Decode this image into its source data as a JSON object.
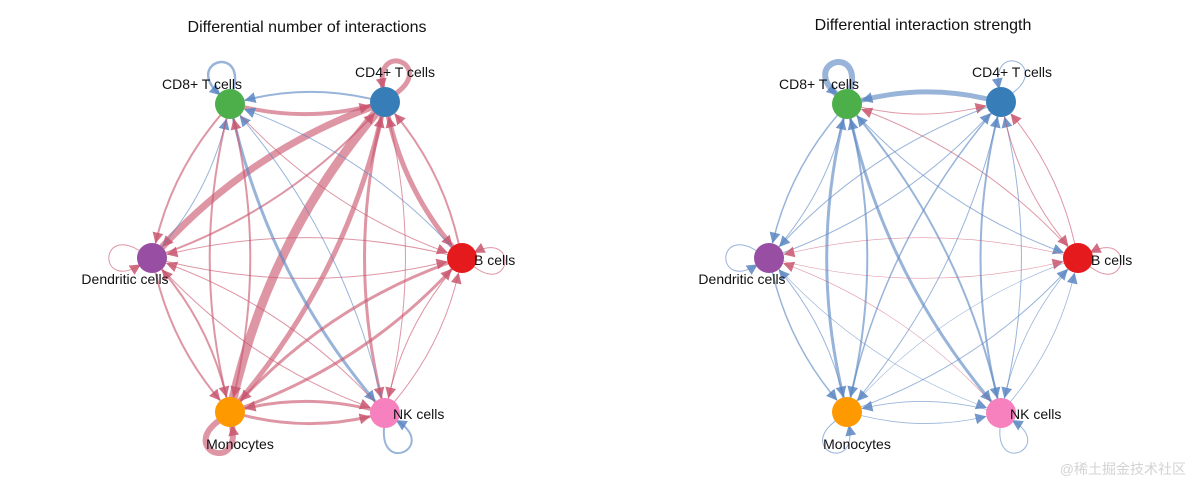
{
  "colors": {
    "increase": "#c9566e",
    "decrease": "#5a86c2"
  },
  "watermark": "@稀土掘金技术社区",
  "panels": [
    {
      "title": "Differential number of interactions",
      "nodes": [
        {
          "id": "cd8",
          "label": "CD8+ T cells",
          "color": "#4daf4a"
        },
        {
          "id": "cd4",
          "label": "CD4+ T cells",
          "color": "#377eb8"
        },
        {
          "id": "b",
          "label": "B cells",
          "color": "#e41a1c"
        },
        {
          "id": "nk",
          "label": "NK cells",
          "color": "#f781bf"
        },
        {
          "id": "mono",
          "label": "Monocytes",
          "color": "#ff9900"
        },
        {
          "id": "dc",
          "label": "Dendritic cells",
          "color": "#984ea3"
        }
      ],
      "edges": [
        {
          "from": "cd8",
          "to": "cd8",
          "w": 2.5,
          "sign": "down"
        },
        {
          "from": "cd4",
          "to": "cd4",
          "w": 5,
          "sign": "up"
        },
        {
          "from": "b",
          "to": "b",
          "w": 1,
          "sign": "up"
        },
        {
          "from": "dc",
          "to": "dc",
          "w": 1,
          "sign": "up"
        },
        {
          "from": "mono",
          "to": "mono",
          "w": 6,
          "sign": "up"
        },
        {
          "from": "nk",
          "to": "nk",
          "w": 2,
          "sign": "down"
        },
        {
          "from": "cd8",
          "to": "cd4",
          "w": 4,
          "sign": "up"
        },
        {
          "from": "cd4",
          "to": "cd8",
          "w": 2,
          "sign": "down"
        },
        {
          "from": "cd4",
          "to": "dc",
          "w": 7,
          "sign": "up"
        },
        {
          "from": "dc",
          "to": "cd4",
          "w": 2,
          "sign": "up"
        },
        {
          "from": "cd4",
          "to": "mono",
          "w": 9,
          "sign": "up"
        },
        {
          "from": "mono",
          "to": "cd4",
          "w": 5,
          "sign": "up"
        },
        {
          "from": "cd4",
          "to": "b",
          "w": 5,
          "sign": "up"
        },
        {
          "from": "b",
          "to": "cd4",
          "w": 2,
          "sign": "up"
        },
        {
          "from": "cd4",
          "to": "nk",
          "w": 3,
          "sign": "up"
        },
        {
          "from": "nk",
          "to": "cd4",
          "w": 1,
          "sign": "up"
        },
        {
          "from": "cd8",
          "to": "nk",
          "w": 3,
          "sign": "down"
        },
        {
          "from": "nk",
          "to": "cd8",
          "w": 1,
          "sign": "down"
        },
        {
          "from": "cd8",
          "to": "dc",
          "w": 2,
          "sign": "up"
        },
        {
          "from": "dc",
          "to": "cd8",
          "w": 1,
          "sign": "down"
        },
        {
          "from": "cd8",
          "to": "mono",
          "w": 2,
          "sign": "up"
        },
        {
          "from": "mono",
          "to": "cd8",
          "w": 2,
          "sign": "up"
        },
        {
          "from": "cd8",
          "to": "b",
          "w": 1,
          "sign": "up"
        },
        {
          "from": "b",
          "to": "cd8",
          "w": 1,
          "sign": "down"
        },
        {
          "from": "dc",
          "to": "b",
          "w": 1,
          "sign": "up"
        },
        {
          "from": "b",
          "to": "dc",
          "w": 1,
          "sign": "up"
        },
        {
          "from": "dc",
          "to": "mono",
          "w": 2,
          "sign": "up"
        },
        {
          "from": "mono",
          "to": "dc",
          "w": 2,
          "sign": "up"
        },
        {
          "from": "dc",
          "to": "nk",
          "w": 1,
          "sign": "up"
        },
        {
          "from": "nk",
          "to": "dc",
          "w": 1,
          "sign": "up"
        },
        {
          "from": "b",
          "to": "mono",
          "w": 3,
          "sign": "up"
        },
        {
          "from": "mono",
          "to": "b",
          "w": 3,
          "sign": "up"
        },
        {
          "from": "b",
          "to": "nk",
          "w": 1,
          "sign": "up"
        },
        {
          "from": "nk",
          "to": "b",
          "w": 1,
          "sign": "up"
        },
        {
          "from": "mono",
          "to": "nk",
          "w": 3,
          "sign": "up"
        },
        {
          "from": "nk",
          "to": "mono",
          "w": 3,
          "sign": "up"
        }
      ]
    },
    {
      "title": "Differential interaction strength",
      "nodes": [
        {
          "id": "cd8",
          "label": "CD8+ T cells",
          "color": "#4daf4a"
        },
        {
          "id": "cd4",
          "label": "CD4+ T cells",
          "color": "#377eb8"
        },
        {
          "id": "b",
          "label": "B cells",
          "color": "#e41a1c"
        },
        {
          "id": "nk",
          "label": "NK cells",
          "color": "#f781bf"
        },
        {
          "id": "mono",
          "label": "Monocytes",
          "color": "#ff9900"
        },
        {
          "id": "dc",
          "label": "Dendritic cells",
          "color": "#984ea3"
        }
      ],
      "edges": [
        {
          "from": "cd8",
          "to": "cd8",
          "w": 6,
          "sign": "down"
        },
        {
          "from": "cd4",
          "to": "cd4",
          "w": 1,
          "sign": "down"
        },
        {
          "from": "b",
          "to": "b",
          "w": 1,
          "sign": "up"
        },
        {
          "from": "dc",
          "to": "dc",
          "w": 1,
          "sign": "down"
        },
        {
          "from": "mono",
          "to": "mono",
          "w": 1,
          "sign": "down"
        },
        {
          "from": "nk",
          "to": "nk",
          "w": 1,
          "sign": "down"
        },
        {
          "from": "cd4",
          "to": "cd8",
          "w": 5,
          "sign": "down"
        },
        {
          "from": "cd8",
          "to": "cd4",
          "w": 1,
          "sign": "up"
        },
        {
          "from": "cd8",
          "to": "mono",
          "w": 3,
          "sign": "down"
        },
        {
          "from": "mono",
          "to": "cd8",
          "w": 2,
          "sign": "down"
        },
        {
          "from": "cd8",
          "to": "nk",
          "w": 3,
          "sign": "down"
        },
        {
          "from": "nk",
          "to": "cd8",
          "w": 2,
          "sign": "down"
        },
        {
          "from": "cd8",
          "to": "dc",
          "w": 1.5,
          "sign": "down"
        },
        {
          "from": "dc",
          "to": "cd8",
          "w": 1,
          "sign": "down"
        },
        {
          "from": "cd8",
          "to": "b",
          "w": 1,
          "sign": "down"
        },
        {
          "from": "b",
          "to": "cd8",
          "w": 1,
          "sign": "up"
        },
        {
          "from": "cd4",
          "to": "mono",
          "w": 1.5,
          "sign": "down"
        },
        {
          "from": "mono",
          "to": "cd4",
          "w": 1,
          "sign": "down"
        },
        {
          "from": "cd4",
          "to": "nk",
          "w": 2,
          "sign": "down"
        },
        {
          "from": "nk",
          "to": "cd4",
          "w": 1,
          "sign": "down"
        },
        {
          "from": "cd4",
          "to": "b",
          "w": 1,
          "sign": "up"
        },
        {
          "from": "b",
          "to": "cd4",
          "w": 1,
          "sign": "up"
        },
        {
          "from": "cd4",
          "to": "dc",
          "w": 1,
          "sign": "down"
        },
        {
          "from": "dc",
          "to": "cd4",
          "w": 1,
          "sign": "down"
        },
        {
          "from": "dc",
          "to": "mono",
          "w": 1.5,
          "sign": "down"
        },
        {
          "from": "mono",
          "to": "dc",
          "w": 1,
          "sign": "down"
        },
        {
          "from": "dc",
          "to": "b",
          "w": 0.6,
          "sign": "up"
        },
        {
          "from": "b",
          "to": "dc",
          "w": 0.6,
          "sign": "up"
        },
        {
          "from": "dc",
          "to": "nk",
          "w": 0.6,
          "sign": "down"
        },
        {
          "from": "nk",
          "to": "dc",
          "w": 0.6,
          "sign": "up"
        },
        {
          "from": "mono",
          "to": "b",
          "w": 1,
          "sign": "down"
        },
        {
          "from": "b",
          "to": "mono",
          "w": 0.6,
          "sign": "down"
        },
        {
          "from": "mono",
          "to": "nk",
          "w": 0.8,
          "sign": "down"
        },
        {
          "from": "nk",
          "to": "mono",
          "w": 0.8,
          "sign": "down"
        },
        {
          "from": "b",
          "to": "nk",
          "w": 0.8,
          "sign": "down"
        },
        {
          "from": "nk",
          "to": "b",
          "w": 0.8,
          "sign": "down"
        }
      ]
    }
  ]
}
